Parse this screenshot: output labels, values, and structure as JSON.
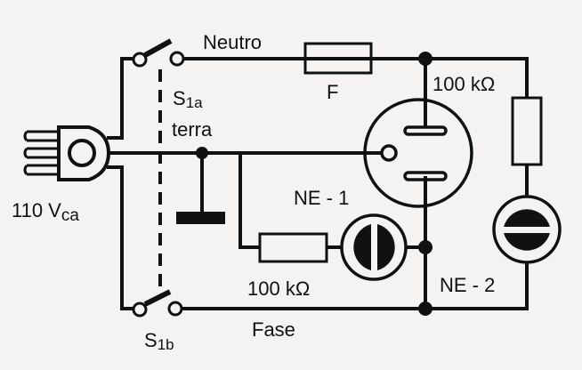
{
  "diagram": {
    "title": "",
    "colors": {
      "background": "#f4f3f1",
      "ink": "#111111"
    },
    "labels": {
      "neutral": "Neutro",
      "fuse": "F",
      "switch_a": "S",
      "switch_a_sub": "1a",
      "ground": "terra",
      "voltage": "110 V",
      "voltage_sub": "ca",
      "switch_b": "S",
      "switch_b_sub": "1b",
      "phase": "Fase",
      "resistor_top": "100 kΩ",
      "resistor_bottom": "100 kΩ",
      "neon_1": "NE - 1",
      "neon_2": "NE - 2"
    },
    "components": [
      {
        "id": "plug",
        "type": "ac-plug",
        "label": "110 Vca"
      },
      {
        "id": "S1a",
        "type": "switch",
        "net": "Neutro"
      },
      {
        "id": "S1b",
        "type": "switch",
        "net": "Fase"
      },
      {
        "id": "F",
        "type": "fuse"
      },
      {
        "id": "socket",
        "type": "outlet-3-pin"
      },
      {
        "id": "R1",
        "type": "resistor",
        "value": "100 kΩ"
      },
      {
        "id": "R2",
        "type": "resistor",
        "value": "100 kΩ"
      },
      {
        "id": "NE-1",
        "type": "neon-lamp"
      },
      {
        "id": "NE-2",
        "type": "neon-lamp"
      },
      {
        "id": "ground",
        "type": "earth",
        "label": "terra"
      }
    ]
  }
}
